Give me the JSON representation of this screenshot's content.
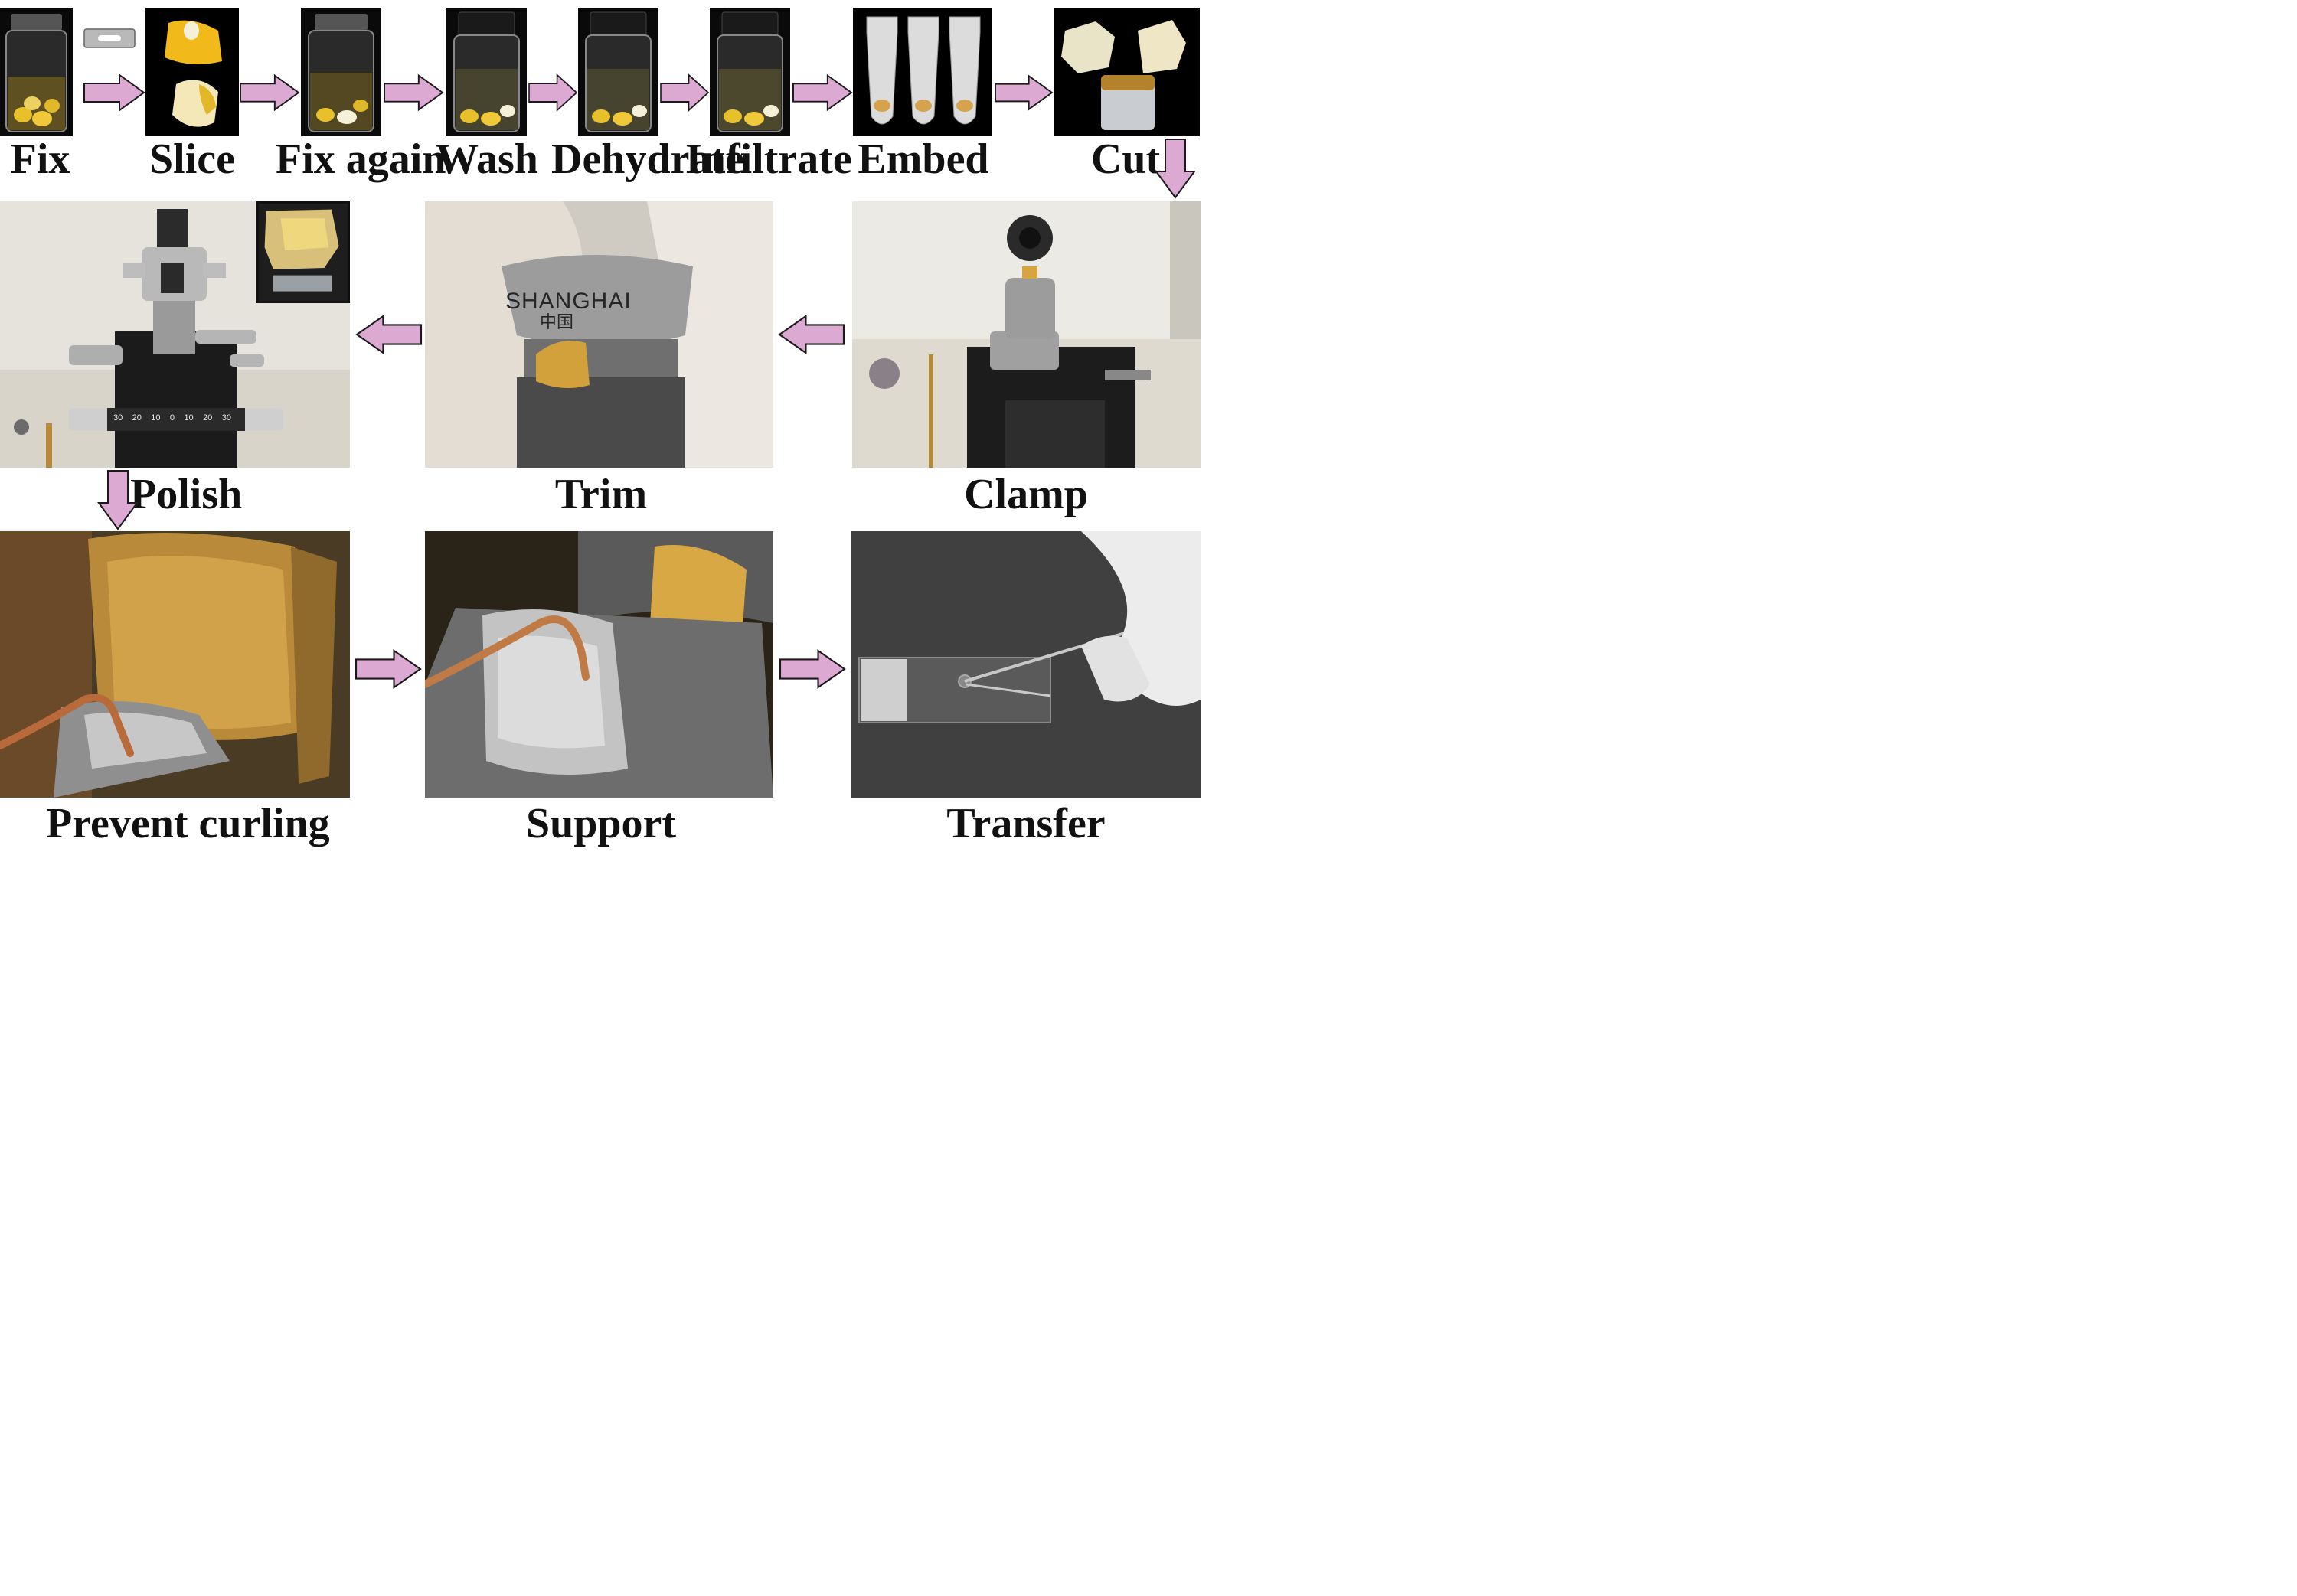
{
  "steps": {
    "fix": "Fix",
    "slice": "Slice",
    "fix_again": "Fix again",
    "wash": "Wash",
    "dehydrate": "Dehydrate",
    "infiltrate": "Infiltrate",
    "embed": "Embed",
    "cut": "Cut",
    "clamp": "Clamp",
    "trim": "Trim",
    "polish": "Polish",
    "prevent_curling": "Prevent curling",
    "support": "Support",
    "transfer": "Transfer"
  },
  "photo_text": {
    "blade_brand": "SHANGHAI",
    "blade_chars": "中国",
    "scale_ticks": [
      "30",
      "20",
      "10",
      "0",
      "10",
      "20",
      "30"
    ]
  },
  "colors": {
    "arrow_fill": "#dba9d2",
    "arrow_stroke": "#1a1a1a",
    "label_text": "#111111"
  }
}
